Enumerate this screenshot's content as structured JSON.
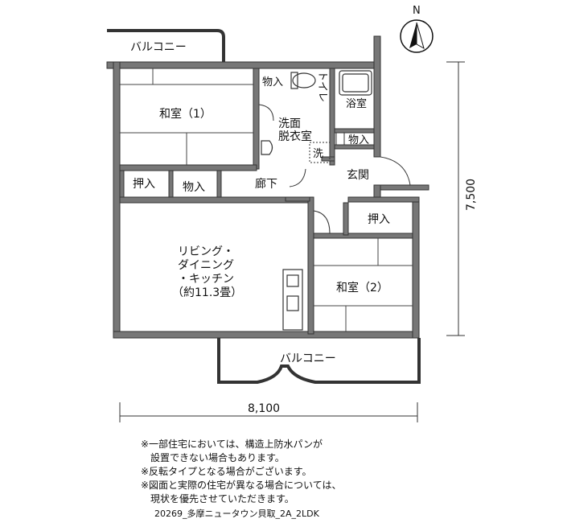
{
  "compass": {
    "north": "N"
  },
  "rooms": {
    "balcony_top": "バルコニー",
    "washitsu1": "和室（1）",
    "monoire_top": "物入",
    "toilet": "トイレ",
    "bath": "浴室",
    "senmen": [
      "洗面",
      "脱衣室"
    ],
    "washer": "洗",
    "monoire_right": "物入",
    "genkan": "玄関",
    "oshiire_left": "押入",
    "monoire_mid": "物入",
    "rouka": "廊下",
    "oshiire_right": "押入",
    "ldk": [
      "リビング・",
      "ダイニング",
      "・キッチン",
      "（約11.3畳）"
    ],
    "washitsu2": "和室（2）",
    "balcony_bottom": "バルコニー"
  },
  "dimensions": {
    "width": "8,100",
    "height": "7,500"
  },
  "notes": {
    "line1": "※一部住宅においては、構造上防水パンが",
    "line2": "　設置できない場合もあります。",
    "line3": "※反転タイプとなる場合がございます。",
    "line4": "※図面と実際の住宅が異なる場合については、",
    "line5": "　現状を優先させていただきます。"
  },
  "plan_code": "20269_多摩ニュータウン貝取_2A_2LDK"
}
